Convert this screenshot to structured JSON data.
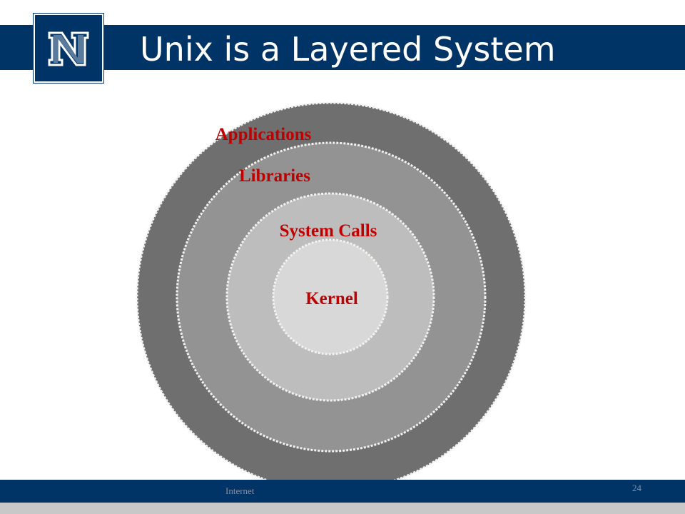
{
  "slide": {
    "title": "Unix is a Layered System",
    "footer_text": "Internet",
    "page_number": "24"
  },
  "logo": {
    "lettering": "N",
    "icon": "university-n-logo-icon"
  },
  "diagram": {
    "layers": [
      {
        "label": "Applications",
        "fill": "#6f6f6f"
      },
      {
        "label": "Libraries",
        "fill": "#939393"
      },
      {
        "label": "System Calls",
        "fill": "#bdbdbd"
      },
      {
        "label": "Kernel",
        "fill": "#d8d8d8"
      }
    ],
    "label_color": "#c00000"
  },
  "colors": {
    "brand_navy": "#003366",
    "footer_strip": "#c8c8c8"
  }
}
